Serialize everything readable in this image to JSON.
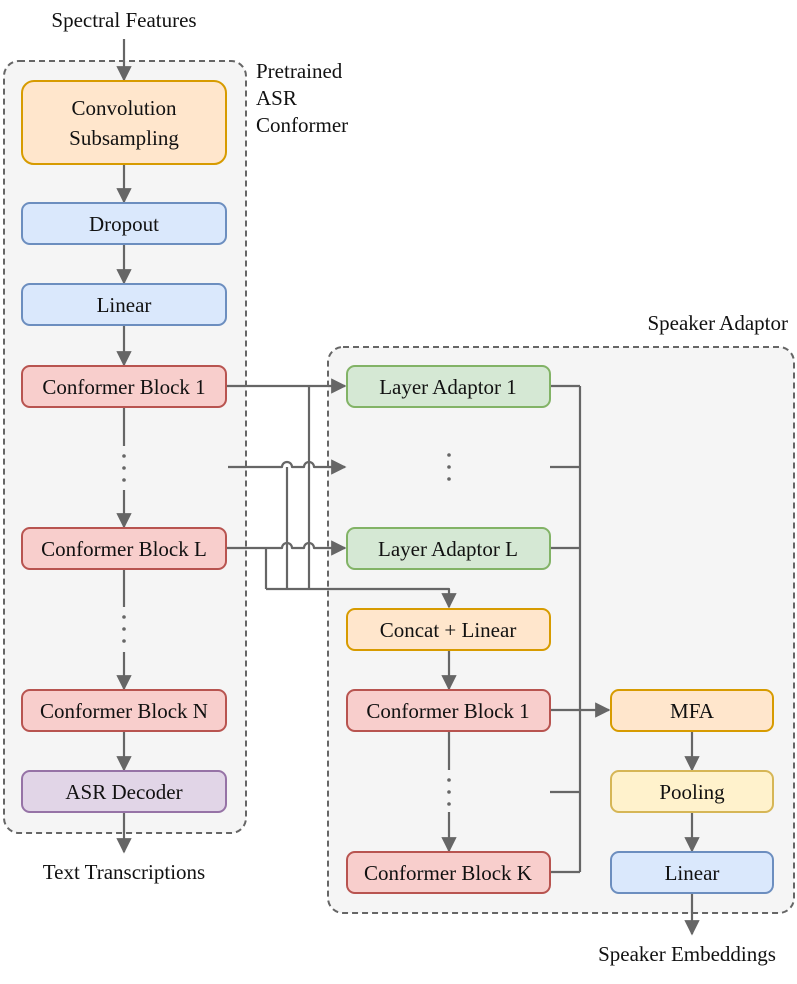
{
  "diagram": {
    "input_label": "Spectral Features",
    "output_text_label": "Text Transcriptions",
    "output_speaker_label": "Speaker Embeddings",
    "asr_group": {
      "title_lines": [
        "Pretrained",
        "ASR",
        "Conformer"
      ]
    },
    "adaptor_group": {
      "title": "Speaker Adaptor"
    },
    "nodes": {
      "conv_subsampling": {
        "lines": [
          "Convolution",
          "Subsampling"
        ]
      },
      "dropout": {
        "label": "Dropout"
      },
      "linear_asr": {
        "label": "Linear"
      },
      "conformer_block_1": {
        "label": "Conformer Block 1"
      },
      "conformer_block_l": {
        "label": "Conformer Block L"
      },
      "conformer_block_n": {
        "label": "Conformer Block N"
      },
      "asr_decoder": {
        "label": "ASR Decoder"
      },
      "layer_adaptor_1": {
        "label": "Layer Adaptor 1"
      },
      "layer_adaptor_l": {
        "label": "Layer Adaptor L"
      },
      "concat_linear": {
        "label": "Concat + Linear"
      },
      "adaptor_conformer_block_1": {
        "label": "Conformer Block 1"
      },
      "adaptor_conformer_block_k": {
        "label": "Conformer Block K"
      },
      "mfa": {
        "label": "MFA"
      },
      "pooling": {
        "label": "Pooling"
      },
      "linear_adaptor": {
        "label": "Linear"
      }
    },
    "colors": {
      "orange_fill": "#ffe6cc",
      "orange_stroke": "#d79b00",
      "blue_fill": "#dae8fc",
      "blue_stroke": "#6c8ebf",
      "red_fill": "#f8cecc",
      "red_stroke": "#b85450",
      "green_fill": "#d5e8d4",
      "green_stroke": "#82b366",
      "purple_fill": "#e1d5e7",
      "purple_stroke": "#9673a6",
      "yellow_fill": "#fff2cc",
      "yellow_stroke": "#d6b656",
      "group_fill": "#f5f5f5",
      "group_stroke": "#666666",
      "edge": "#666666"
    }
  }
}
